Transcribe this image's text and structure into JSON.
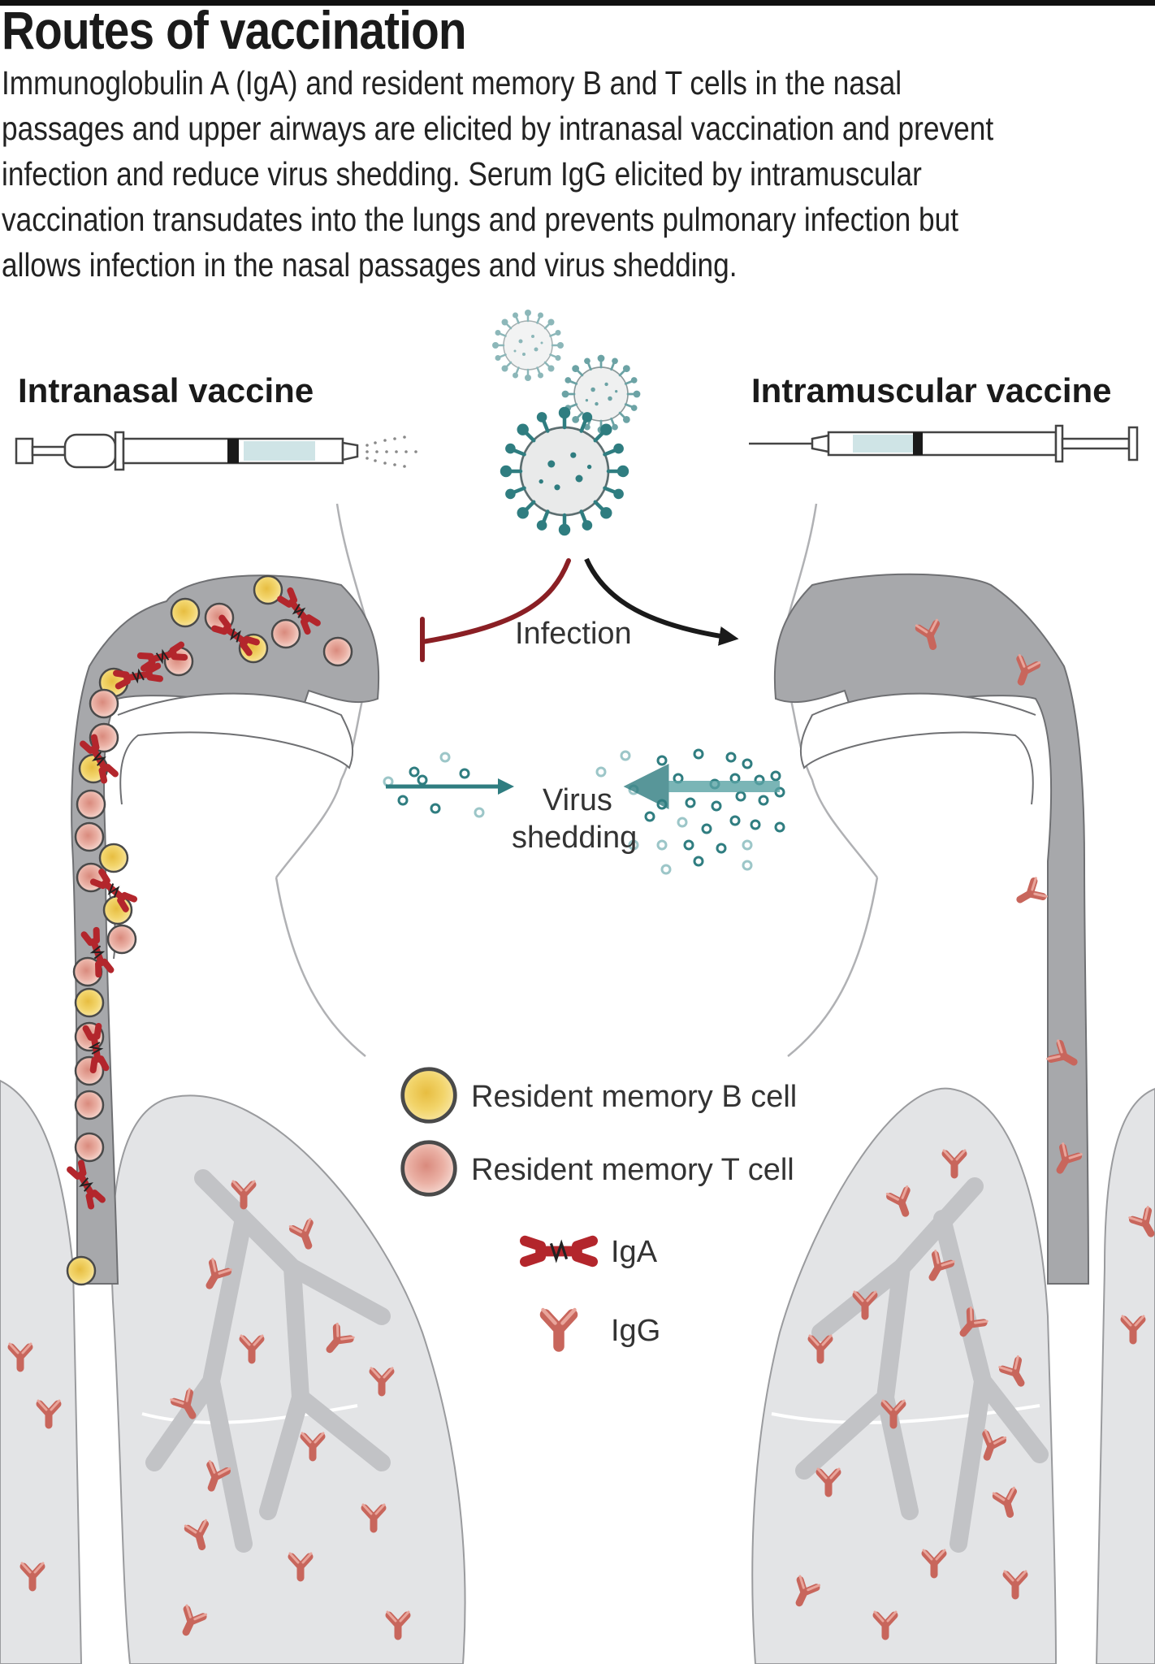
{
  "title": "Routes of vaccination",
  "description_lines": [
    "Immunoglobulin A (IgA) and resident memory B and T cells in the nasal",
    "passages and upper airways are elicited by intranasal vaccination and prevent",
    "infection and reduce virus shedding. Serum IgG elicited by intramuscular",
    "vaccination transudates into the lungs and prevents pulmonary infection but",
    "allows infection in the nasal passages and virus shedding."
  ],
  "labels": {
    "intranasal": "Intranasal vaccine",
    "intramuscular": "Intramuscular vaccine",
    "infection": "Infection",
    "shedding_line1": "Virus",
    "shedding_line2": "shedding"
  },
  "legend": {
    "b_cell": "Resident memory B cell",
    "t_cell": "Resident memory T cell",
    "iga": "IgA",
    "igg": "IgG"
  },
  "colors": {
    "airway_gray": "#a7a8ab",
    "lung_gray": "#e3e4e6",
    "bronchi_gray": "#c2c3c6",
    "antibody_red": "#b3262c",
    "igg_salmon": "#c8665c",
    "b_cell_yellow": "#f2d46a",
    "t_cell_pink": "#eab0a4",
    "virus_teal": "#2f7d80",
    "inhibit_darkred": "#8a1f24",
    "arrow_black": "#1a1a1a"
  }
}
